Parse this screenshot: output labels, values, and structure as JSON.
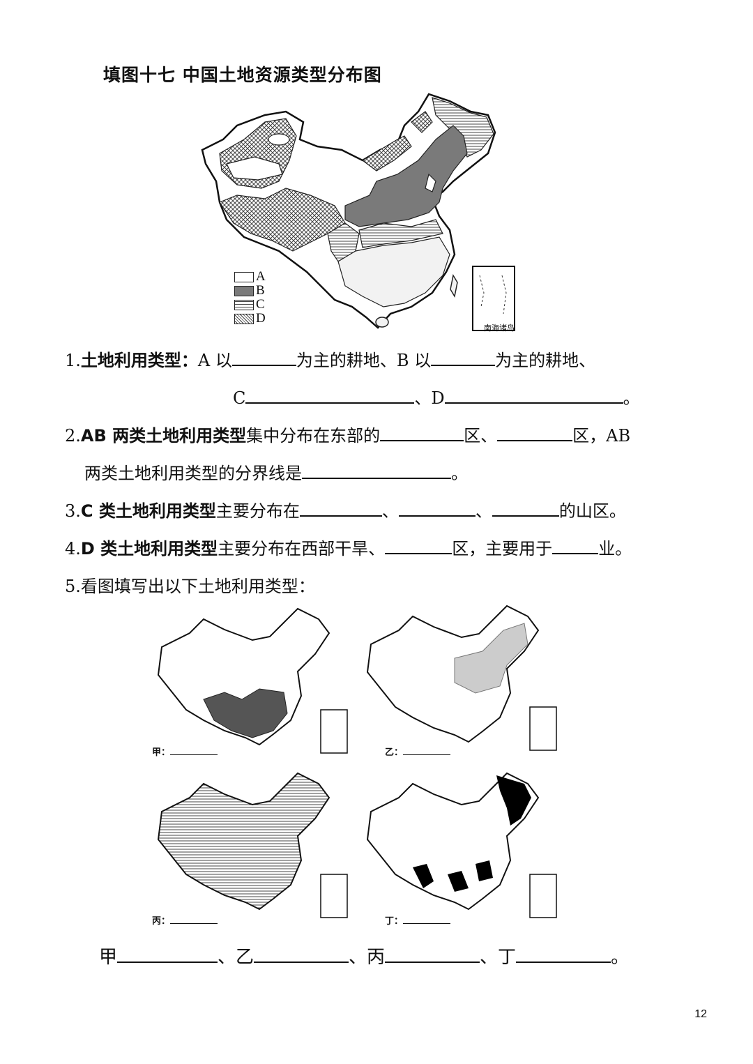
{
  "title": "填图十七  中国土地资源类型分布图",
  "legend": [
    {
      "key": "A",
      "fill": "white"
    },
    {
      "key": "B",
      "fill": "dark-gray"
    },
    {
      "key": "C",
      "fill": "horizontal-hatch"
    },
    {
      "key": "D",
      "fill": "cross-hatch"
    }
  ],
  "inset_label": "南海诸岛",
  "questions": {
    "q1": {
      "num": "1.",
      "bold": "土地利用类型：",
      "t1": "A 以",
      "t2": "为主的耕地、B 以",
      "t3": "为主的耕地、",
      "c": "C",
      "sep": "、D",
      "end": "。"
    },
    "q2": {
      "num": "2.",
      "bold": "AB 两类土地利用类型",
      "t1": "集中分布在东部的",
      "t2": "区、",
      "t3": "区，AB",
      "line2": "两类土地利用类型的分界线是",
      "end": "。"
    },
    "q3": {
      "num": "3.",
      "bold": "C 类土地利用类型",
      "t1": "主要分布在",
      "sep1": "、",
      "sep2": "、",
      "end": "的山区。"
    },
    "q4": {
      "num": "4.",
      "bold": "D 类土地利用类型",
      "t1": "主要分布在西部干旱、",
      "t2": "区，主要用于",
      "end": "业。"
    },
    "q5": {
      "num": "5.",
      "t1": "看图填写出以下土地利用类型："
    }
  },
  "small_maps": [
    {
      "label": "甲："
    },
    {
      "label": "乙："
    },
    {
      "label": "丙："
    },
    {
      "label": "丁："
    }
  ],
  "answer_line": {
    "a": "甲",
    "b": "、乙",
    "c": "、丙",
    "d": "、丁",
    "end": "。"
  },
  "page_number": "12"
}
